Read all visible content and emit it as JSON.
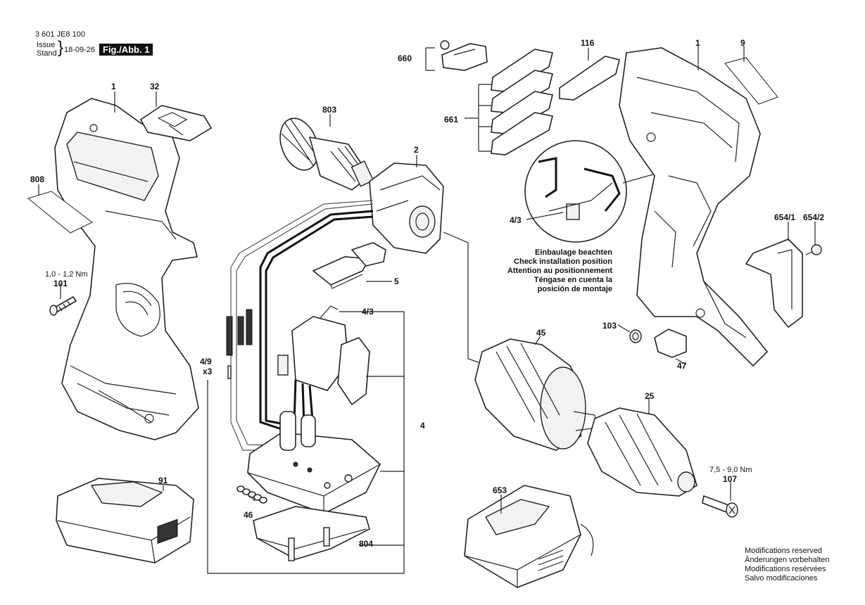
{
  "header": {
    "part_number": "3 601 JE8 100",
    "issue_word": "Issue",
    "stand_word": "Stand",
    "date": "18-09-26",
    "figure_label": "Fig./Abb. 1"
  },
  "callouts": {
    "c_1_left": "1",
    "c_32": "32",
    "c_808": "808",
    "torque_101": "1,0 - 1,2 Nm",
    "c_101": "101",
    "c_91": "91",
    "c_803": "803",
    "c_2": "2",
    "c_5": "5",
    "c_4_3_mid": "4/3",
    "c_4": "4",
    "c_4_9": "4/9",
    "c_x3": "x3",
    "c_46": "46",
    "c_804": "804",
    "c_660": "660",
    "c_661": "661",
    "c_116": "116",
    "c_4_3_detail": "4/3",
    "c_1_right": "1",
    "c_9": "9",
    "c_654_1": "654/1",
    "c_654_2": "654/2",
    "c_103": "103",
    "c_47": "47",
    "c_45": "45",
    "c_25": "25",
    "torque_107": "7,5 - 9,0 Nm",
    "c_107": "107",
    "c_653": "653"
  },
  "install_note": [
    "Einbaulage beachten",
    "Check installation position",
    "Attention au positionnement",
    "Téngase en cuenta la",
    "posición de montaje"
  ],
  "modifications": [
    "Modifications reserved",
    "Änderungen vorbehalten",
    "Modifications resérvées",
    "Salvo modificaciones"
  ]
}
